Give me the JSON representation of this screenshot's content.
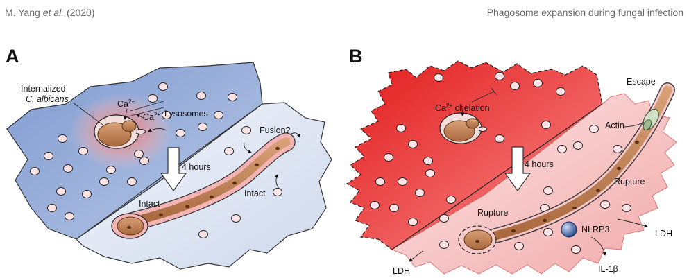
{
  "header": {
    "author_text": "M. Yang",
    "etal_text": "et al.",
    "year_text": "(2020)",
    "title_text": "Phagosome expansion during fungal infection"
  },
  "panel_a": {
    "letter": "A",
    "labels": {
      "internalized": "Internalized",
      "c_albicans": "C. albicans",
      "ca1": "Ca",
      "ca2": "Ca",
      "ca_sup": "2+",
      "lysosomes": "Lysosomes",
      "four_hours": "4 hours",
      "fusion": "Fusion?",
      "intact_left": "Intact",
      "intact_right": "Intact"
    }
  },
  "panel_b": {
    "letter": "B",
    "labels": {
      "ca": "Ca",
      "ca_sup": "2+",
      "chelation": " chelation",
      "escape": "Escape",
      "actin": "Actin",
      "four_hours": "4 hours",
      "rupture_right": "Rupture",
      "rupture_left": "Rupture",
      "nlrp3": "NLRP3",
      "ldh_right": "LDH",
      "ldh_left": "LDH",
      "il1b": "IL-1β"
    }
  },
  "colors": {
    "panel_a_blue": "#8fa7d4",
    "panel_a_light": "#dfe6f2",
    "panel_b_red": "#e62a2a",
    "panel_b_pink": "#f4c2c2",
    "hypha": "#c98b5c",
    "lysosome": "#fbe3e6"
  }
}
